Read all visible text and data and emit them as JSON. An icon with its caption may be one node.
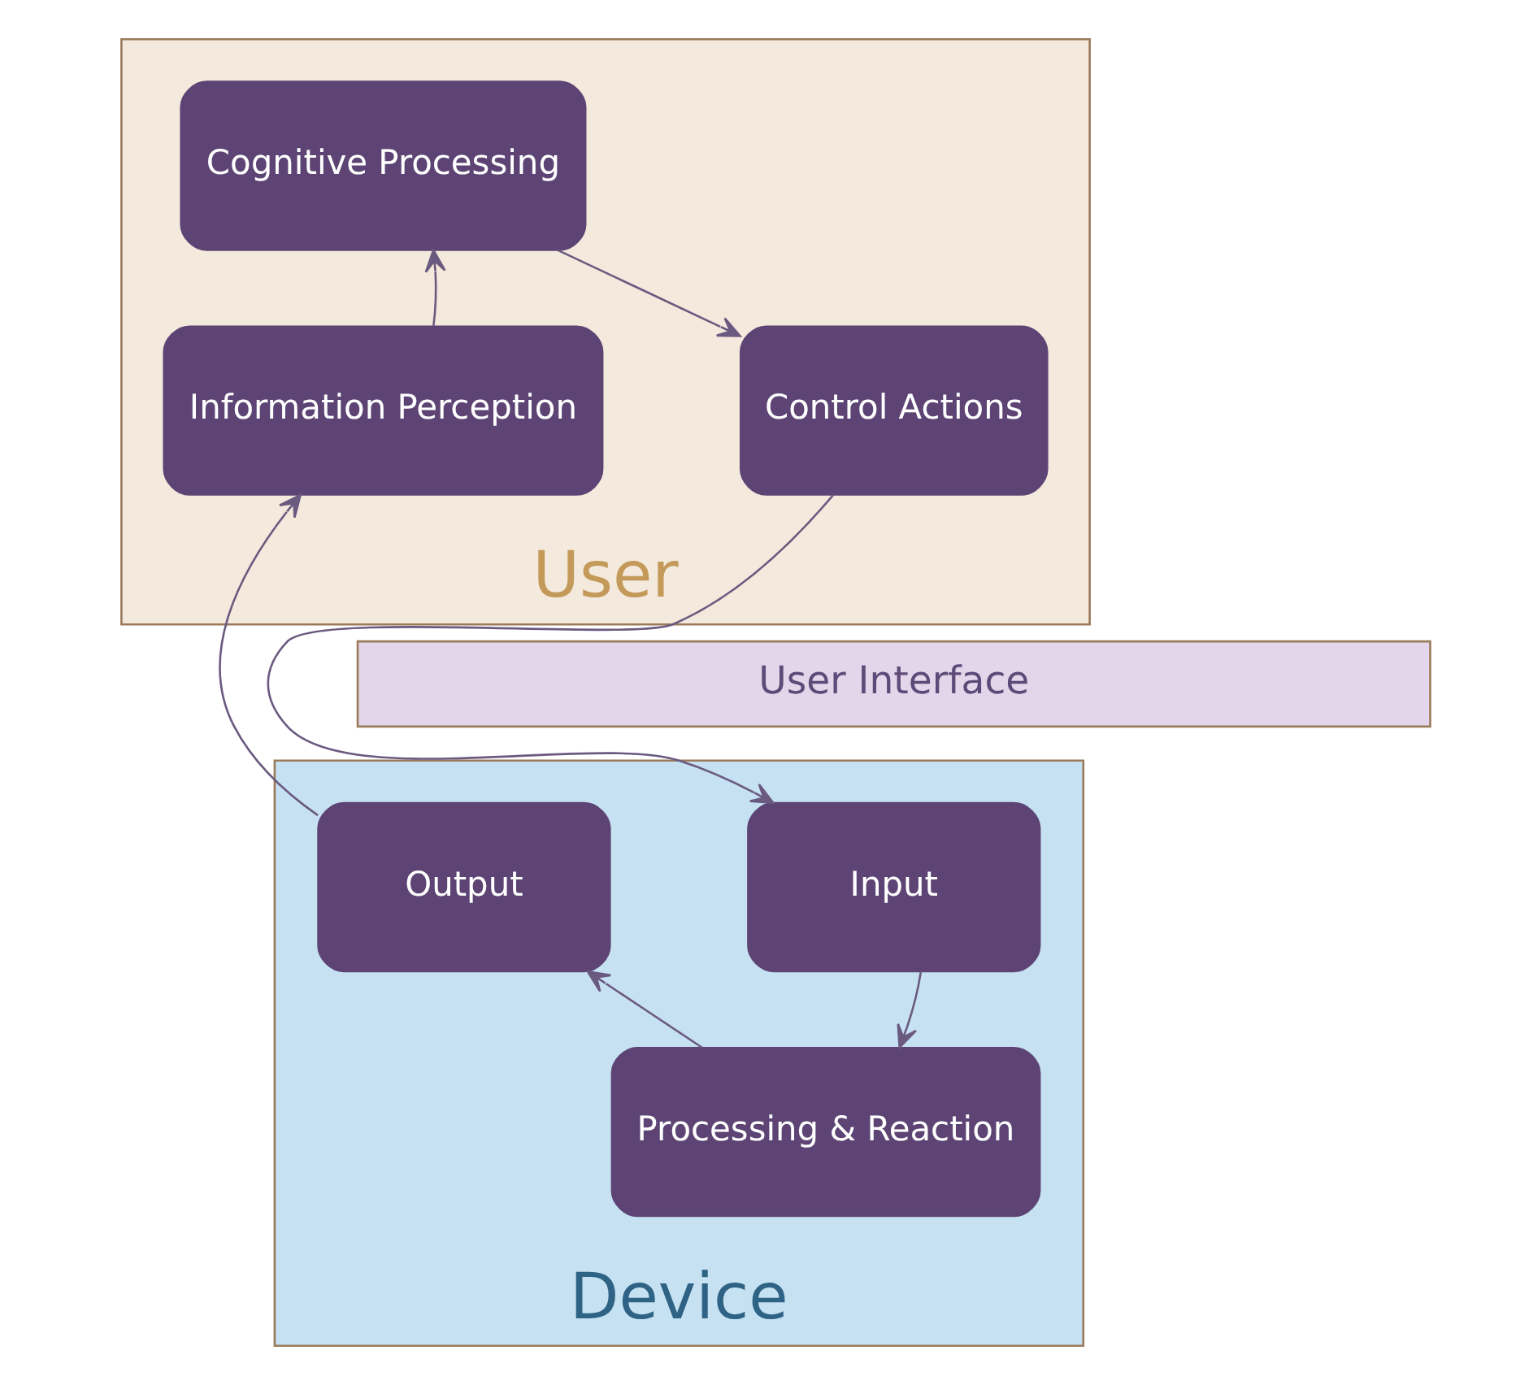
{
  "diagram": {
    "nodes": [
      {
        "text": [
          "User"
        ]
      },
      {
        "text": [
          "Cognitive Processing"
        ],
        "in": 0
      },
      {
        "text": [
          "Information Perception"
        ],
        "in": 0
      },
      {
        "text": [
          "Control Actions"
        ],
        "in": 0
      },
      {
        "text": [
          "User Interface"
        ]
      },
      {
        "text": [
          "Device"
        ]
      },
      {
        "text": [
          "Output"
        ],
        "in": 5
      },
      {
        "text": [
          "Input"
        ],
        "in": 5
      },
      {
        "text": [
          "Processing & Reaction"
        ],
        "in": 5
      }
    ],
    "edges": [
      {
        "from": 2,
        "to": 1,
        "arrow": "to"
      },
      {
        "from": 1,
        "to": 3,
        "arrow": "to"
      },
      {
        "from": 3,
        "to": 7,
        "arrow": "to"
      },
      {
        "from": 7,
        "to": 8,
        "arrow": "to"
      },
      {
        "from": 8,
        "to": 6,
        "arrow": "to"
      },
      {
        "from": 6,
        "to": 2,
        "arrow": "to"
      }
    ]
  }
}
